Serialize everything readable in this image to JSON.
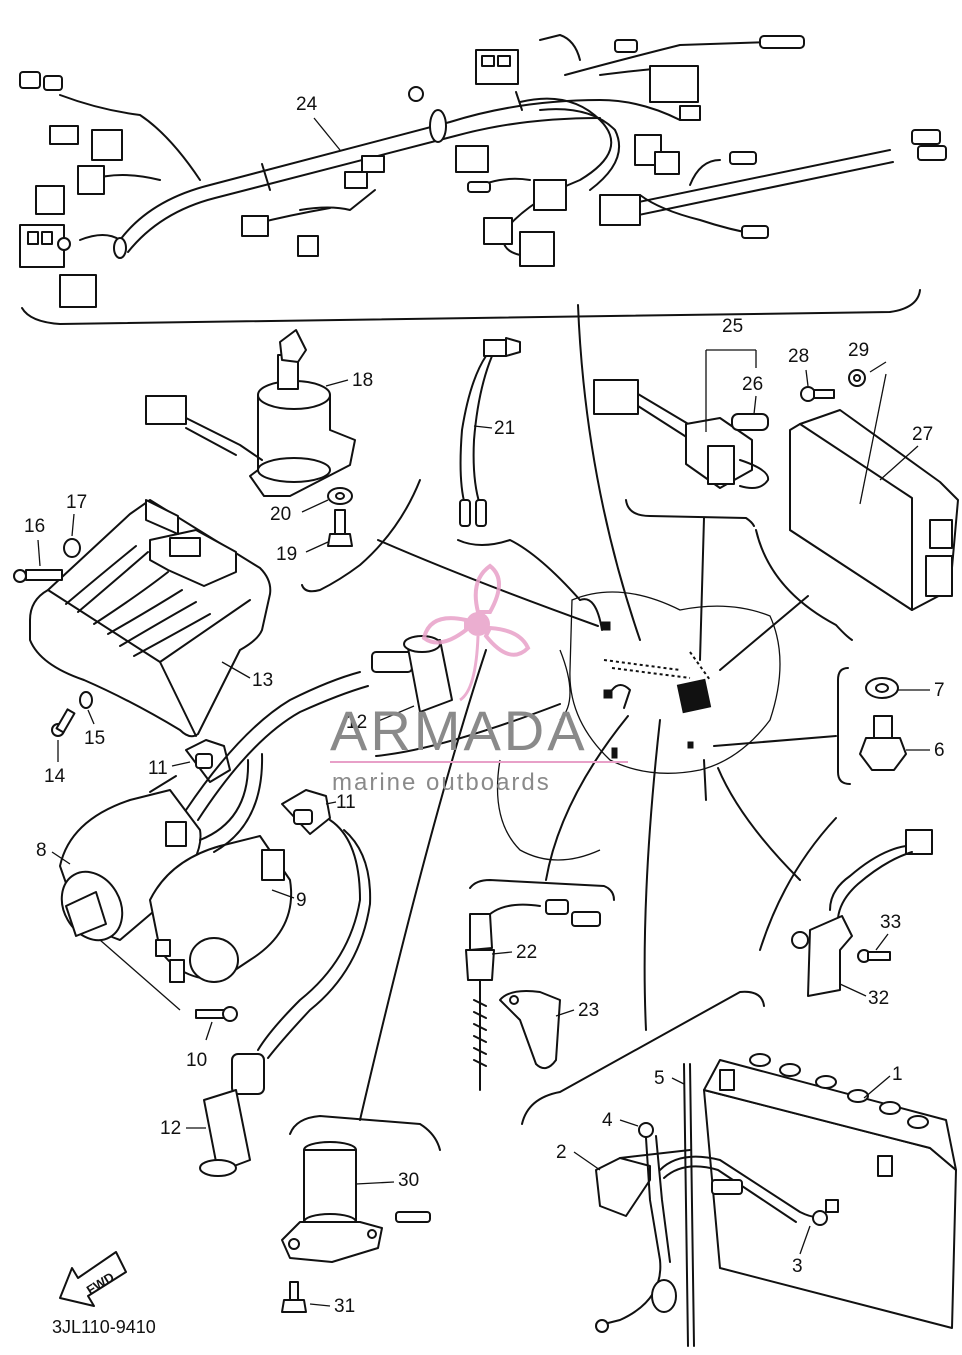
{
  "diagram_code": "3JL110-9410",
  "fwd_label": "FWD",
  "watermark": {
    "brand": "ARMADA",
    "tagline": "marine outboards",
    "logo_color": "#e8a0c8",
    "text_color": "#8a8a8a"
  },
  "callouts": {
    "c1": "1",
    "c2": "2",
    "c3": "3",
    "c4": "4",
    "c5": "5",
    "c6": "6",
    "c7": "7",
    "c8": "8",
    "c9": "9",
    "c10": "10",
    "c11a": "11",
    "c11b": "11",
    "c12a": "12",
    "c12b": "12",
    "c13": "13",
    "c14": "14",
    "c15": "15",
    "c16": "16",
    "c17": "17",
    "c18": "18",
    "c19": "19",
    "c20": "20",
    "c21": "21",
    "c22": "22",
    "c23": "23",
    "c24": "24",
    "c25": "25",
    "c26": "26",
    "c27": "27",
    "c28": "28",
    "c29": "29",
    "c30": "30",
    "c31": "31",
    "c32": "32",
    "c33": "33"
  }
}
